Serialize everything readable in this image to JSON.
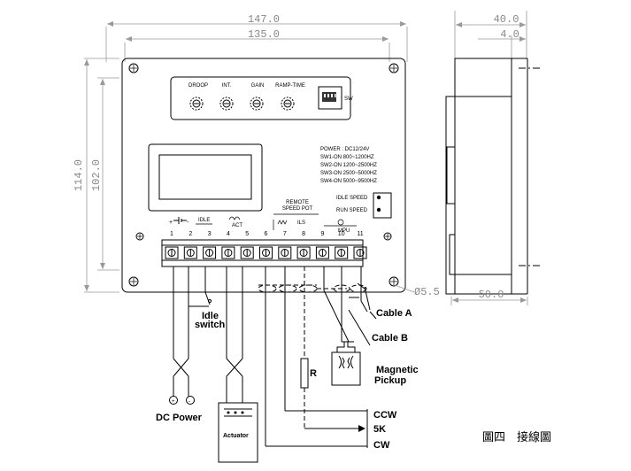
{
  "dimensions": {
    "width_total": "147.0",
    "width_inner": "135.0",
    "height_total": "114.0",
    "height_inner": "102.0",
    "depth_total": "40.0",
    "depth_lip": "4.0",
    "depth_base": "50.0",
    "hole": "Ø5.5"
  },
  "panel": {
    "knobs": [
      "DROOP",
      "INT.",
      "GAIN",
      "RAMP-TIME"
    ],
    "switch_label": "SW",
    "power_lines": [
      "POWER : DC12/24V",
      "SW1-ON    800~1200HZ",
      "SW2-ON   1200~2500HZ",
      "SW3-ON   2500~5000HZ",
      "SW4-ON   5000~9500HZ"
    ],
    "idle_speed": "IDLE SPEED",
    "run_speed": "RUN SPEED",
    "remote_pot_line1": "REMOTE",
    "remote_pot_line2": "SPEED POT"
  },
  "terminals": {
    "numbers": [
      "1",
      "2",
      "3",
      "4",
      "5",
      "6",
      "7",
      "8",
      "9",
      "10",
      "11"
    ],
    "idle": "IDLE",
    "act": "ACT",
    "ils": "ILS",
    "mpu": "MPU",
    "plus": "+",
    "minus": "-"
  },
  "wiring": {
    "idle_switch_1": "Idle",
    "idle_switch_2": "switch",
    "cable_a": "Cable A",
    "cable_b": "Cable B",
    "magnetic_1": "Magnetic",
    "magnetic_2": "Pickup",
    "resistor": "R",
    "dc_power": "DC Power",
    "dc_plus": "+",
    "dc_minus": "-",
    "actuator": "Actuator",
    "ccw": "CCW",
    "pot_5k": "5K",
    "cw": "CW"
  },
  "caption": "圖四　接線圖"
}
